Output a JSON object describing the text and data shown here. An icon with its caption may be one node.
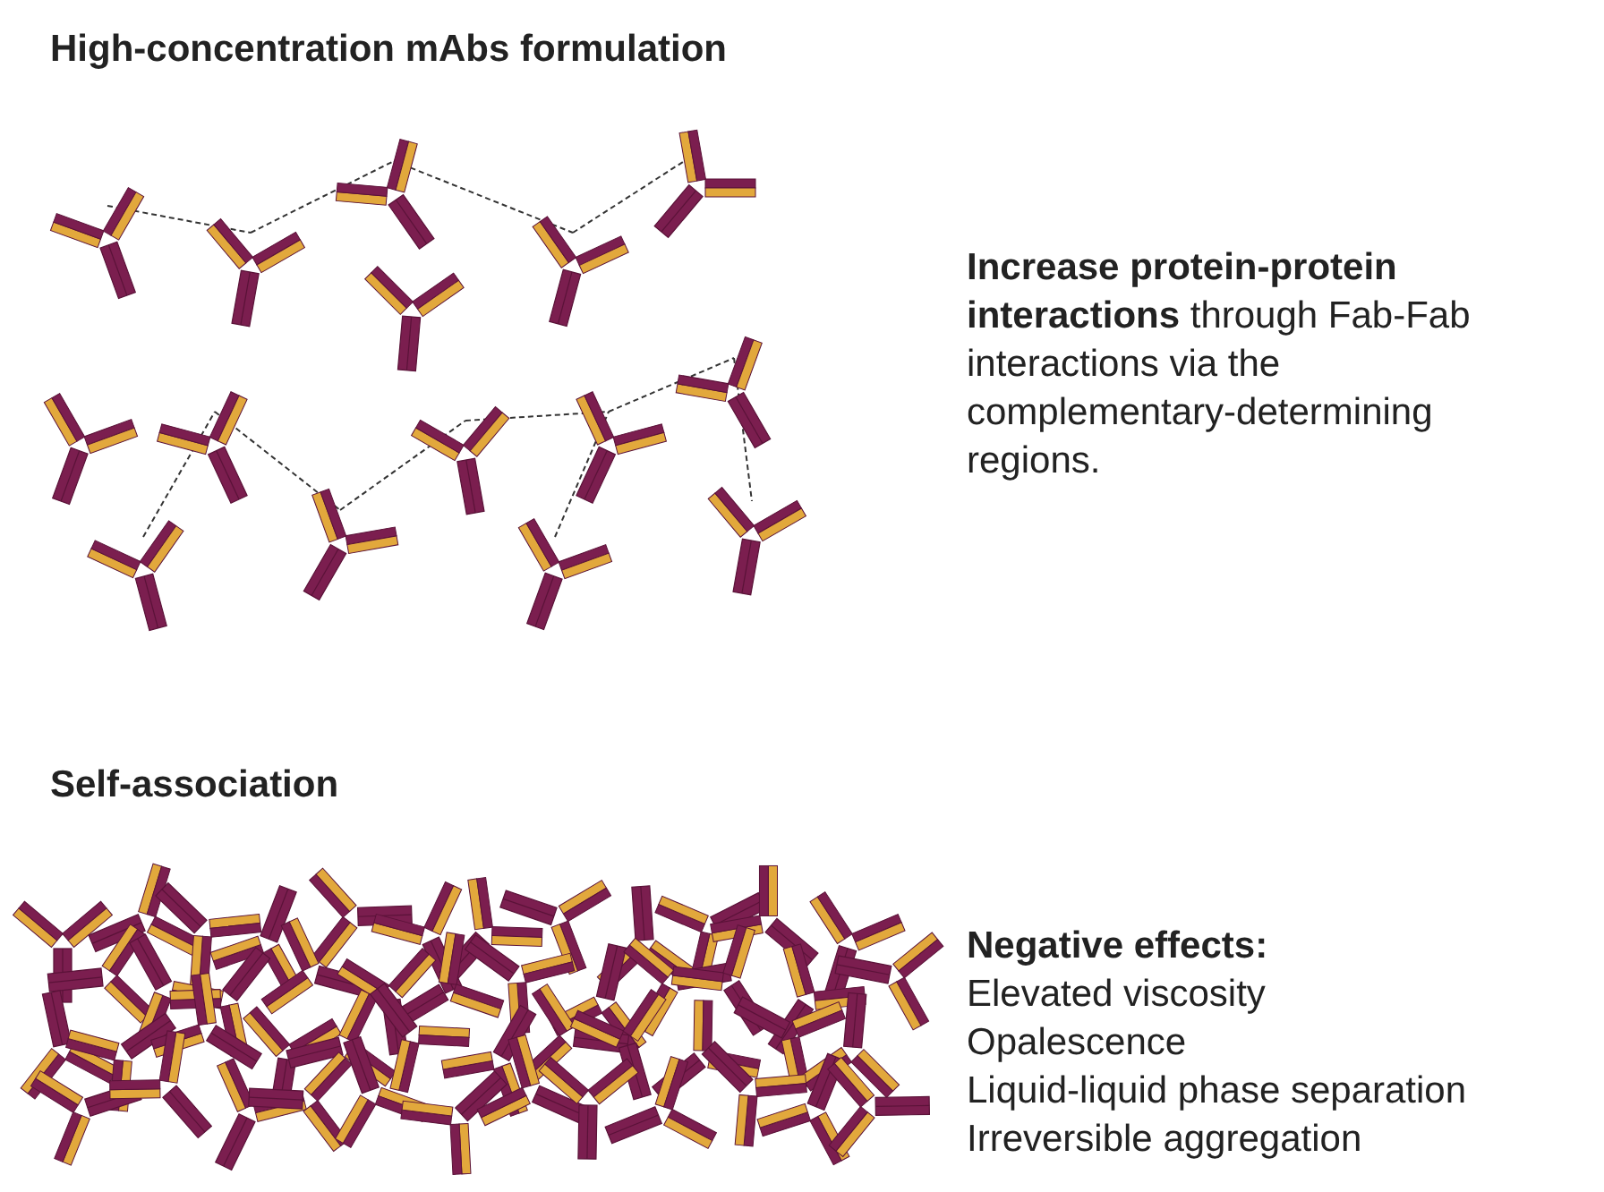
{
  "diagram": {
    "labels": [
      "High-concentration mAbs formulation",
      "**Increase protein-protein interactions** through Fab-Fab interactions via the complementary-determining regions.",
      "Self-association",
      "Negative effects:",
      "Elevated viscosity",
      "Opalescence",
      "Liquid-liquid phase separation",
      "Irreversible aggregation"
    ]
  }
}
